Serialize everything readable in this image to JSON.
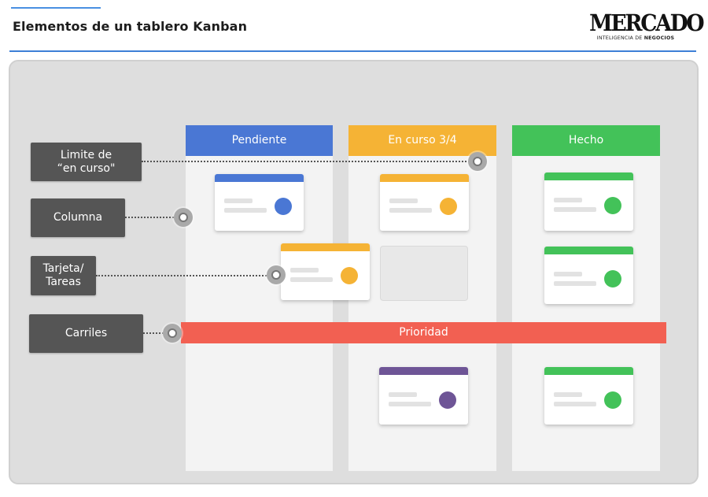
{
  "header": {
    "title": "Elementos de un tablero Kanban",
    "logo_main": "MERCADO",
    "logo_sub_prefix": "INTELIGENCIA DE ",
    "logo_sub_bold": "NEGOCIOS"
  },
  "columns": [
    {
      "label": "Pendiente",
      "color": "#4a77d4"
    },
    {
      "label": "En curso 3/4",
      "color": "#f5b335"
    },
    {
      "label": "Hecho",
      "color": "#43c259"
    }
  ],
  "lane": {
    "label": "Prioridad",
    "color": "#f26052"
  },
  "labels": {
    "wip_limit": "Limite de\n“en curso\"",
    "column": "Columna",
    "cards": "Tarjeta/\nTareas",
    "lanes": "Carriles"
  },
  "colors": {
    "blue": "#4a77d4",
    "orange": "#f5b335",
    "green": "#43c259",
    "purple": "#6e5596",
    "red": "#f26052"
  }
}
